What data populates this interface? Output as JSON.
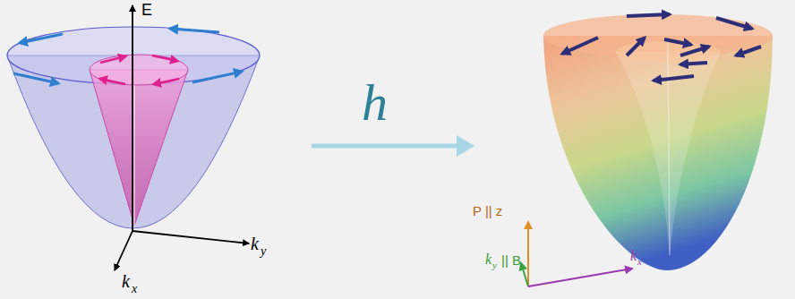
{
  "diagram": {
    "labels": [
      "E",
      "k",
      "y",
      "k",
      "x",
      "h",
      "P || z",
      "k",
      "y",
      "|| B",
      "k",
      "x"
    ]
  }
}
